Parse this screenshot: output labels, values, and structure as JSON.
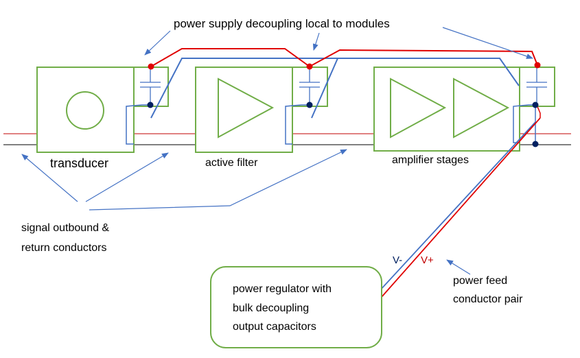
{
  "colors": {
    "module_outline": "#70ad47",
    "annotation_arrow": "#4472c4",
    "supply_positive": "#e00000",
    "supply_negative": "#4472c4",
    "signal_outbound": "#c00000",
    "signal_return": "#000000",
    "cap_dot_top": "#e00000",
    "cap_dot_bottom": "#002060",
    "v_minus_text": "#002060",
    "v_plus_text": "#c00000"
  },
  "labels": {
    "decoupling_note": "power supply decoupling local to modules",
    "transducer": "transducer",
    "active_filter": "active filter",
    "amplifier_stages": "amplifier stages",
    "signal_note_line1": "signal outbound &",
    "signal_note_line2": "return conductors",
    "v_minus": "V-",
    "v_plus": "V+",
    "feed_note_line1": "power feed",
    "feed_note_line2": "conductor pair",
    "regulator_line1": "power regulator with",
    "regulator_line2": "bulk decoupling",
    "regulator_line3": "output capacitors"
  }
}
